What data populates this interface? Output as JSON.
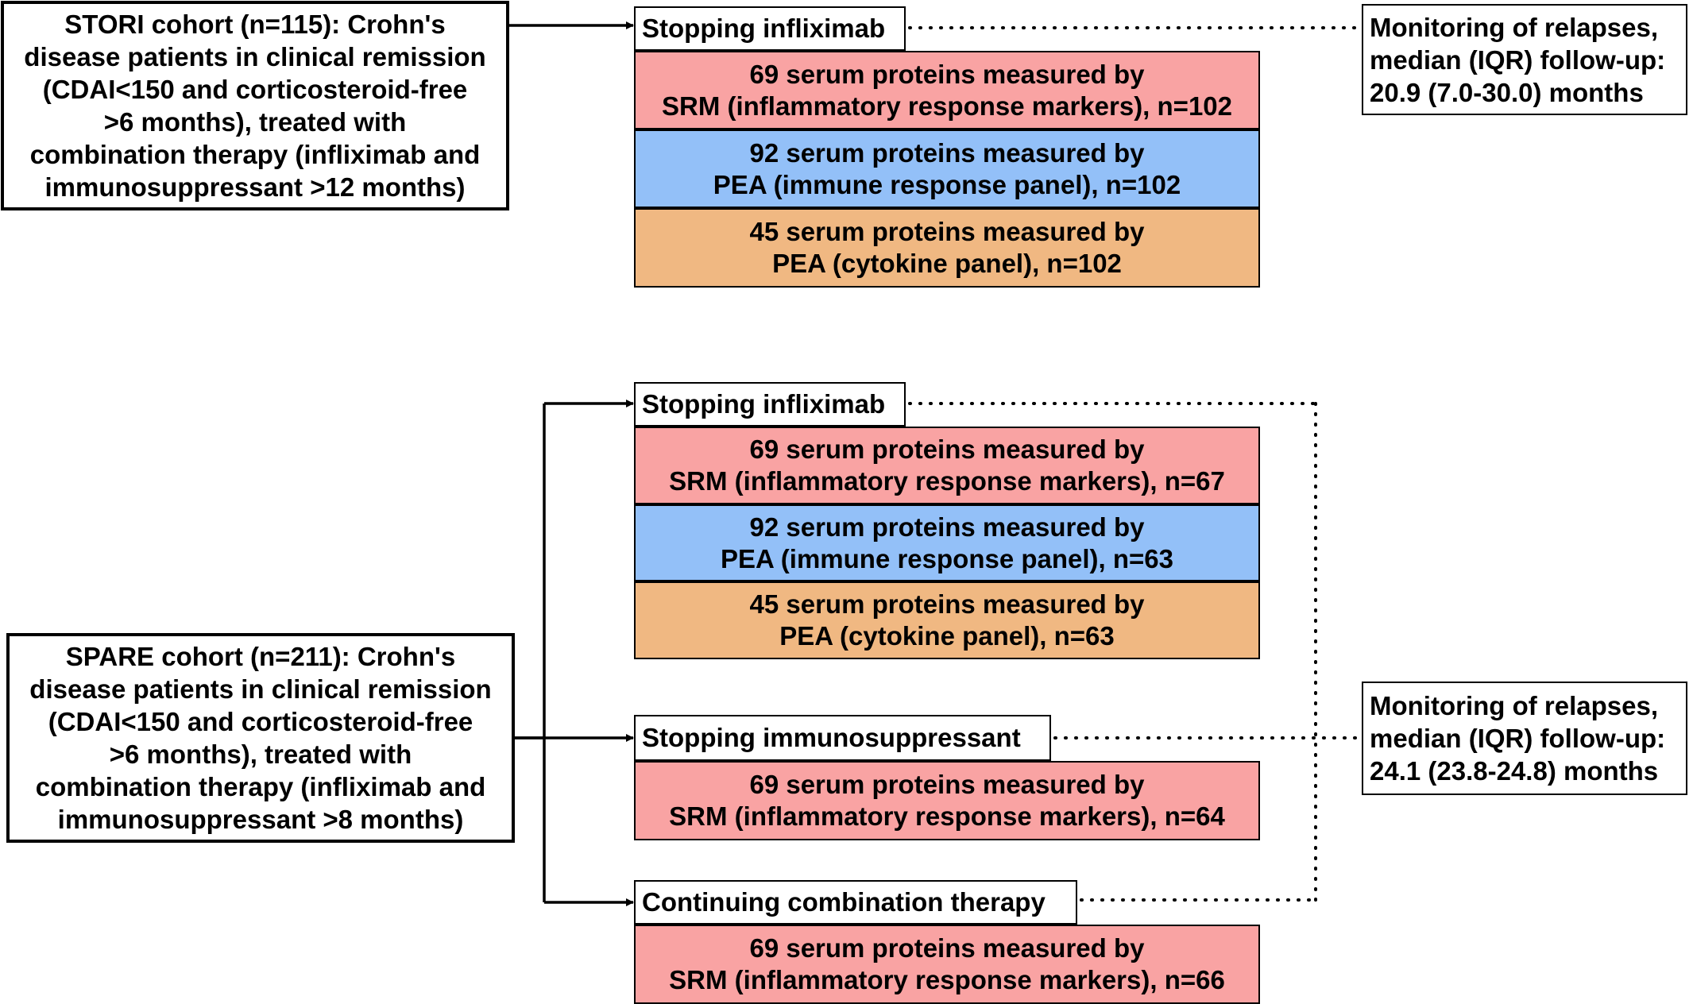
{
  "colors": {
    "srm": "#f9a3a3",
    "pea_immune": "#93c0f8",
    "pea_cytokine": "#f0b882"
  },
  "stori": {
    "cohort_lines": [
      "STORI cohort (n=115): Crohn's",
      "disease patients in clinical remission",
      "(CDAI<150 and corticosteroid-free",
      ">6 months), treated with",
      "combination therapy (infliximab and",
      "immunosuppressant >12 months)"
    ],
    "arm_label": "Stopping infliximab",
    "panels": [
      {
        "lines": [
          "69 serum proteins measured by",
          "SRM (inflammatory response markers), n=102"
        ]
      },
      {
        "lines": [
          "92 serum proteins measured by",
          "PEA  (immune response panel), n=102"
        ]
      },
      {
        "lines": [
          "45 serum proteins measured by",
          "PEA (cytokine panel), n=102"
        ]
      }
    ],
    "monitoring_lines": [
      "Monitoring of relapses,",
      "median (IQR) follow-up:",
      "20.9 (7.0-30.0) months"
    ]
  },
  "spare": {
    "cohort_lines": [
      "SPARE cohort (n=211): Crohn's",
      "disease patients in clinical remission",
      "(CDAI<150 and corticosteroid-free",
      ">6 months), treated with",
      "combination therapy (infliximab and",
      "immunosuppressant >8 months)"
    ],
    "arm1": {
      "label": "Stopping infliximab",
      "panels": [
        {
          "lines": [
            "69 serum  proteins measured by",
            "SRM (inflammatory response markers), n=67"
          ]
        },
        {
          "lines": [
            "92 serum proteins measured by",
            "PEA  (immune response panel), n=63"
          ]
        },
        {
          "lines": [
            "45 serum proteins measured by",
            "PEA (cytokine panel), n=63"
          ]
        }
      ]
    },
    "arm2": {
      "label": "Stopping immunosuppressant",
      "panels": [
        {
          "lines": [
            "69 serum proteins measured by",
            "SRM (inflammatory response markers), n=64"
          ]
        }
      ]
    },
    "arm3": {
      "label": "Continuing combination therapy",
      "panels": [
        {
          "lines": [
            "69 serum proteins measured by",
            "SRM (inflammatory response markers), n=66"
          ]
        }
      ]
    },
    "monitoring_lines": [
      "Monitoring of relapses,",
      "median (IQR) follow-up:",
      "24.1 (23.8-24.8) months"
    ]
  }
}
